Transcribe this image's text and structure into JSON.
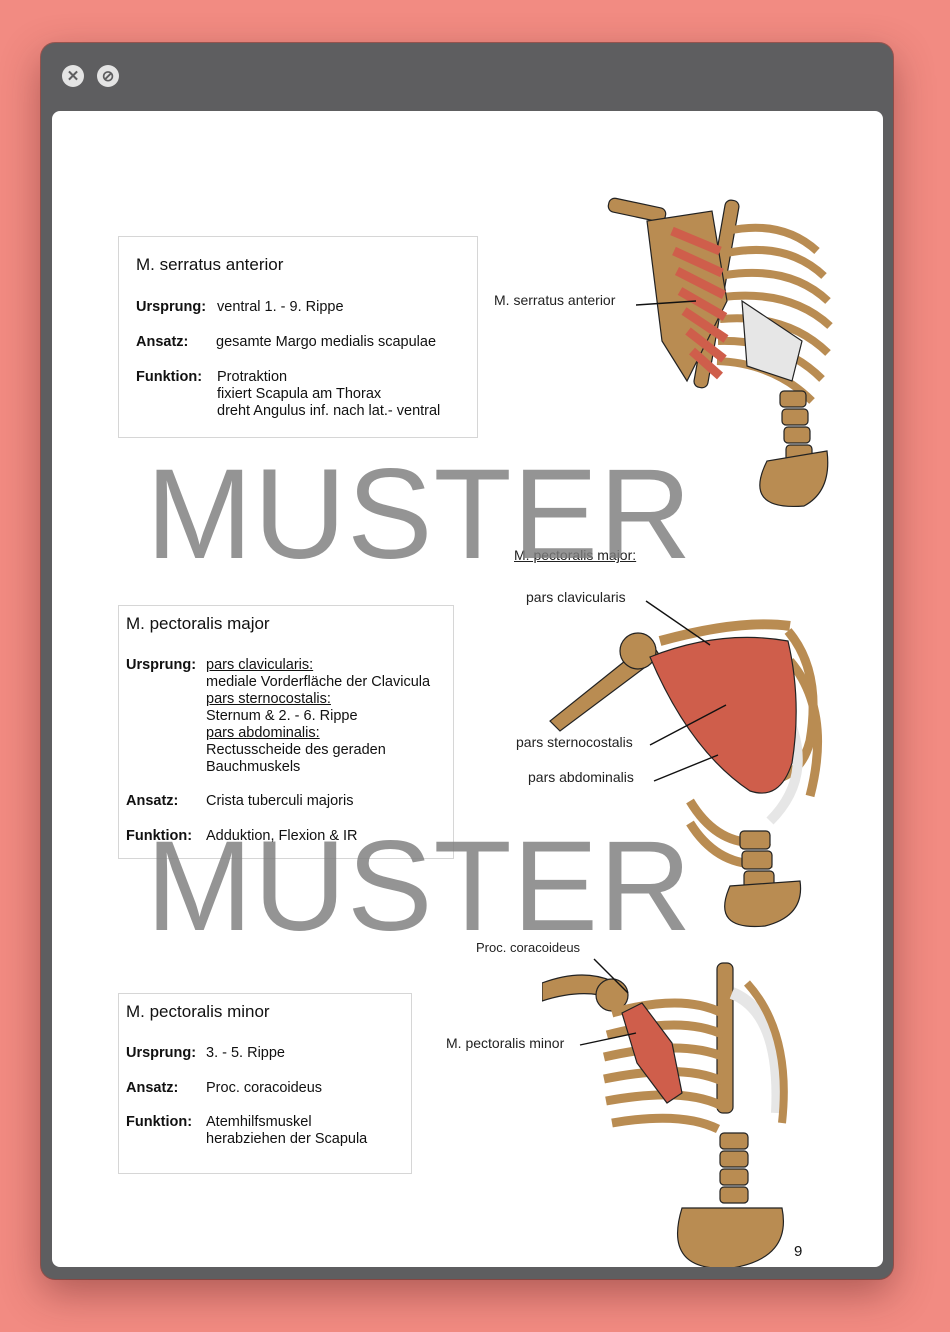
{
  "window": {
    "close_icon": "close-icon",
    "minimize_icon": "block-icon"
  },
  "sections": [
    {
      "title": "M. serratus anterior",
      "ursprung_label": "Ursprung:",
      "ursprung": [
        "ventral 1. - 9. Rippe"
      ],
      "ansatz_label": "Ansatz:",
      "ansatz": "gesamte Margo medialis scapulae",
      "funktion_label": "Funktion:",
      "funktion": [
        "Protraktion",
        "fixiert Scapula am Thorax",
        "dreht Angulus inf. nach lat.- ventral"
      ]
    },
    {
      "title": "M. pectoralis major",
      "ursprung_label": "Ursprung:",
      "ursprung": [
        "pars clavicularis:",
        "mediale Vorderfläche der Clavicula",
        "pars sternocostalis:",
        "Sternum & 2. - 6. Rippe",
        "pars abdominalis:",
        "Rectusscheide des geraden",
        "Bauchmuskels"
      ],
      "ansatz_label": "Ansatz:",
      "ansatz": "Crista tuberculi majoris",
      "funktion_label": "Funktion:",
      "funktion": [
        "Adduktion, Flexion & IR"
      ]
    },
    {
      "title": "M. pectoralis minor",
      "ursprung_label": "Ursprung:",
      "ursprung": [
        "3. - 5. Rippe"
      ],
      "ansatz_label": "Ansatz:",
      "ansatz": "Proc. coracoideus",
      "funktion_label": "Funktion:",
      "funktion": [
        "Atemhilfsmuskel",
        "herabziehen der Scapula"
      ]
    }
  ],
  "figures": {
    "fig1": {
      "label": "M. serratus anterior"
    },
    "fig2": {
      "title": "M. pectoralis major:",
      "labels": [
        "pars clavicularis",
        "pars sternocostalis",
        "pars abdominalis"
      ]
    },
    "fig3": {
      "labels": [
        "Proc. coracoideus",
        "M. pectoralis minor"
      ]
    }
  },
  "watermark": "MUSTER",
  "page_number": "9",
  "colors": {
    "background": "#f28b82",
    "window_frame": "#5e5e60",
    "bone": "#b98c52",
    "muscle": "#cf5e4b",
    "cartilage": "#e6e6e6",
    "watermark": "#7d7d7d"
  }
}
